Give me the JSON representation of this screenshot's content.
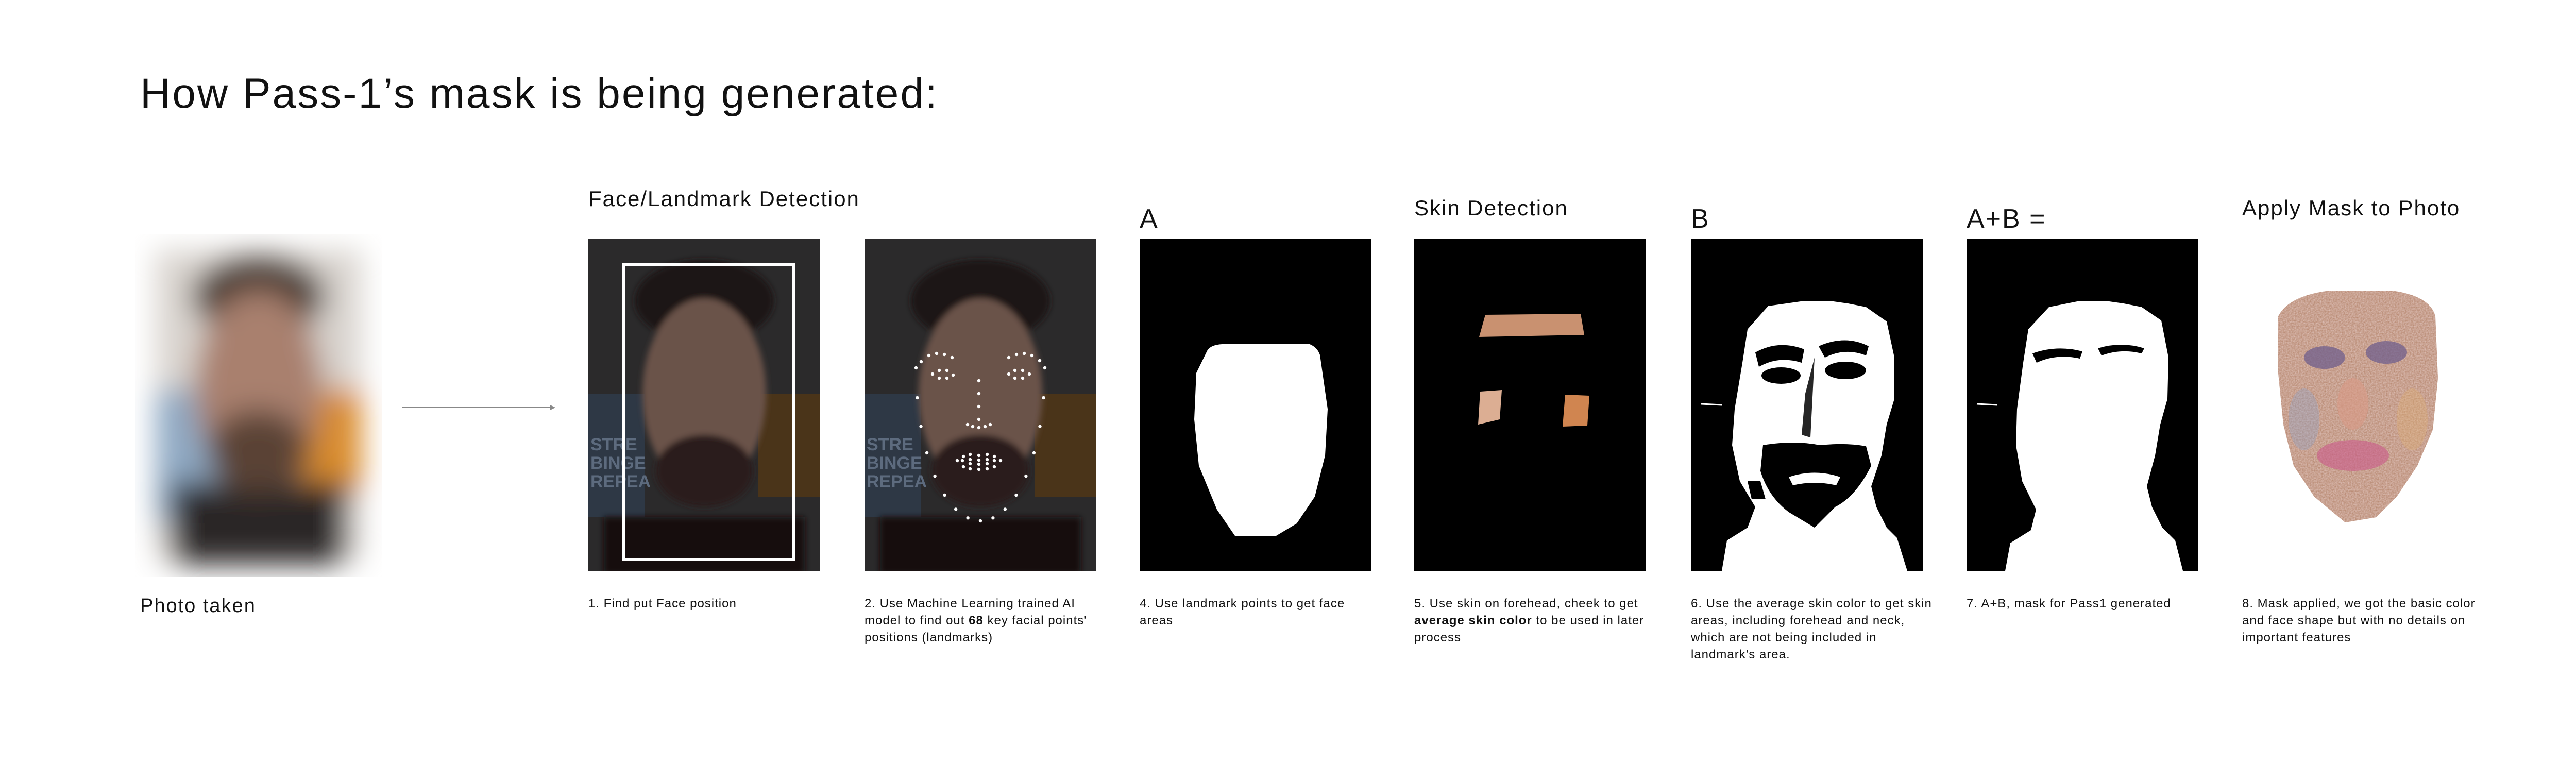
{
  "title": "How Pass-1’s mask is being generated:",
  "photo": {
    "label": "Photo taken"
  },
  "headings": {
    "face_detection": "Face/Landmark Detection",
    "a": "A",
    "skin_detection": "Skin Detection",
    "b": "B",
    "a_plus_b": "A+B =",
    "apply_mask": "Apply Mask to Photo"
  },
  "captions": {
    "step1": "1. Find put Face position",
    "step2_pre": "2. Use Machine Learning trained AI model to find out ",
    "step2_bold": "68",
    "step2_post": " key facial points' positions (landmarks)",
    "step4": "4. Use landmark points to get face areas",
    "step5_pre": "5. Use skin on forehead, cheek to get ",
    "step5_bold": "average skin color",
    "step5_post": " to be used in later process",
    "step6": "6. Use the average skin color to get skin areas, including forehead and neck, which are not being included in landmark's area.",
    "step7": "7. A+B, mask for Pass1 generated",
    "step8": "8. Mask applied, we got the basic color and face shape but with no details on important features"
  },
  "poster_text": [
    "STRE",
    "BINGE",
    "REPEA"
  ],
  "colors": {
    "background": "#ffffff",
    "panel": "#000000",
    "mask": "#ffffff",
    "skin_patch": "#d49a78",
    "arrow": "#888888"
  },
  "icons": [
    "right-arrow-icon",
    "face-bounding-box",
    "landmark-dot"
  ]
}
